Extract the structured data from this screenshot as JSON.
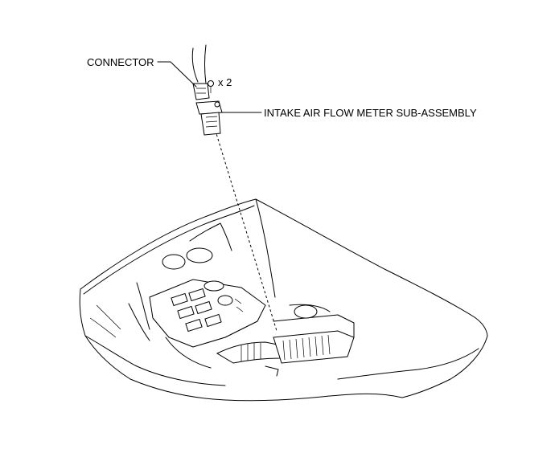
{
  "labels": {
    "connector": "CONNECTOR",
    "intake_air_flow_meter": "INTAKE AIR FLOW METER SUB-ASSEMBLY",
    "screw_count": "x 2"
  },
  "colors": {
    "line": "#000000",
    "background": "#ffffff"
  },
  "icons": {
    "screw": "screw-icon",
    "connector": "connector-icon",
    "sensor": "air-flow-meter-icon",
    "engine": "engine-bay-illustration"
  }
}
